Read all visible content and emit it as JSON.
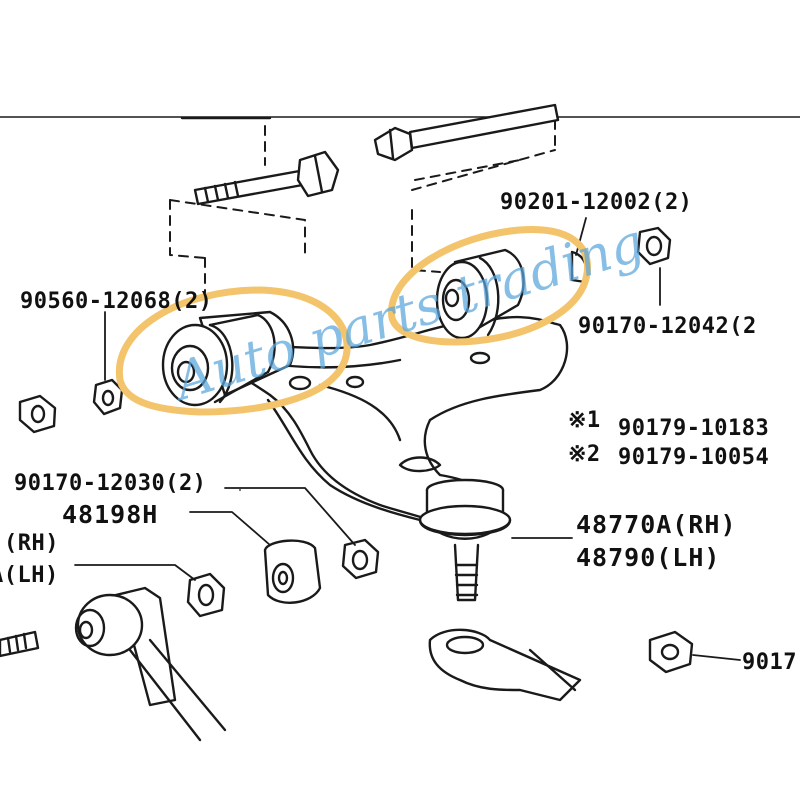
{
  "labels": {
    "p90201": "90201-12002(2)",
    "p90560": "90560-12068(2)",
    "p90170a": "90170-12042(2",
    "p90179a_mark": "※1",
    "p90179a": "90179-10183",
    "p90179b_mark": "※2",
    "p90179b": "90179-10054",
    "p90170b": "90170-12030(2)",
    "p48198": "48198H",
    "p48770": "48770A(RH)",
    "p48790": "48790(LH)",
    "rh_left": "(RH)",
    "lh_left": "A(LH)",
    "p9017_cut": "9017"
  },
  "watermark": "Auto parts trading",
  "colors": {
    "line": "#1a1a1a",
    "highlight": "#f3c46b",
    "watermark": "#5aa6dc",
    "background": "#ffffff"
  }
}
